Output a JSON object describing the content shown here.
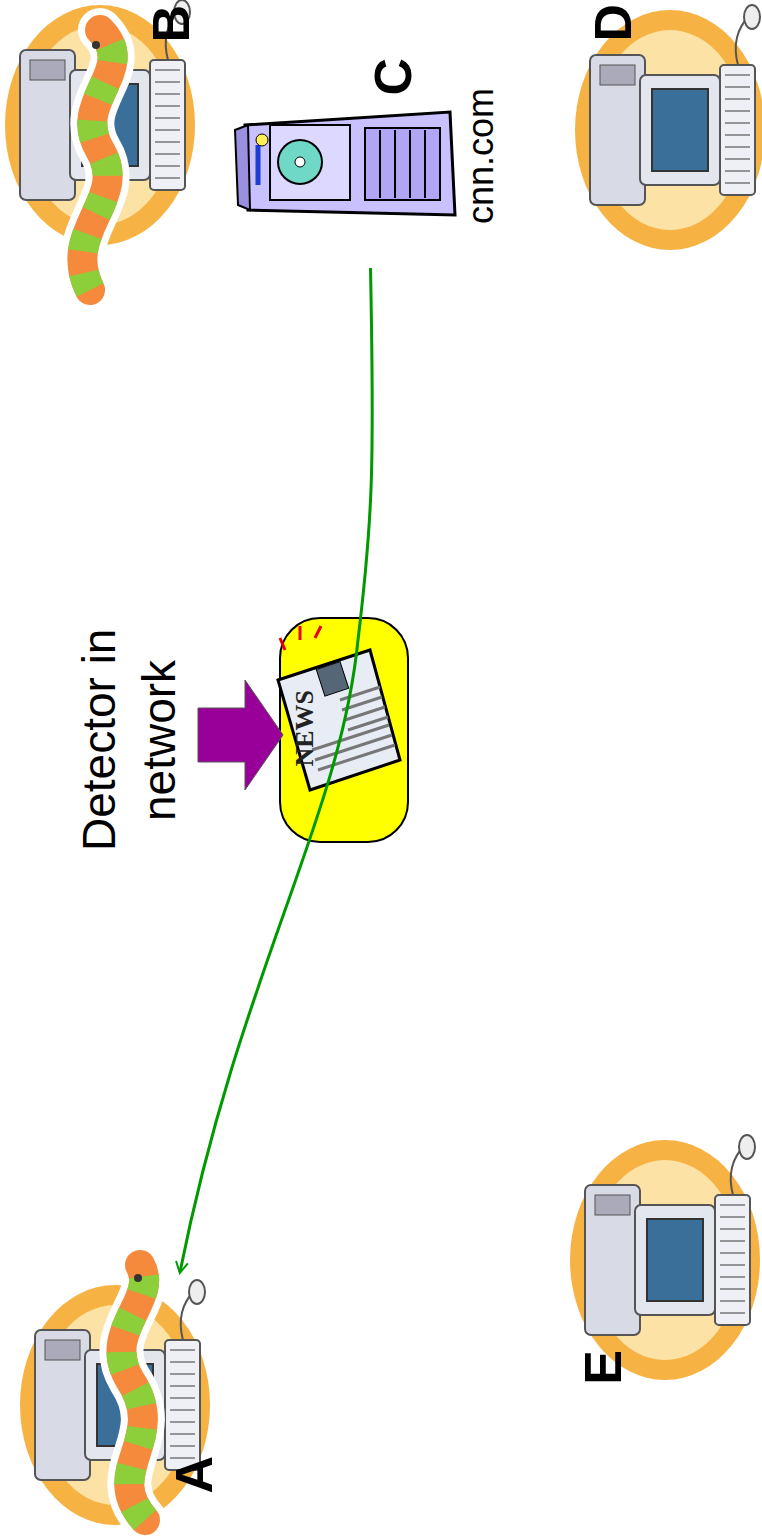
{
  "diagram": {
    "nodes": [
      {
        "text": [
          "A"
        ]
      },
      {
        "text": [
          "B"
        ]
      },
      {
        "text": [
          "C",
          "cnn.com"
        ]
      },
      {
        "text": [
          "D"
        ]
      },
      {
        "text": [
          "E"
        ]
      }
    ],
    "edges": [
      {
        "from": 2,
        "to": 0,
        "arrow": "to"
      }
    ],
    "labels": [
      "Detector in network",
      "NEWS"
    ]
  }
}
